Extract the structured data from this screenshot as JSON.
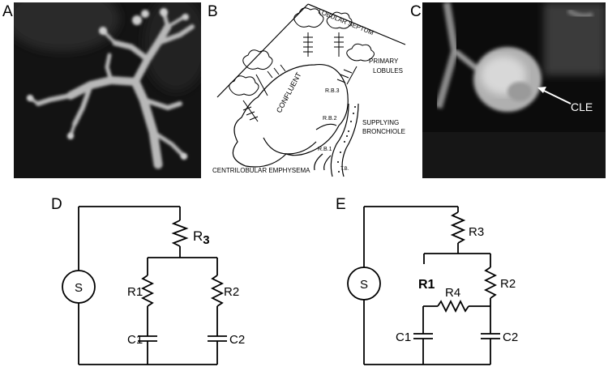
{
  "panels": {
    "a": {
      "letter": "A"
    },
    "b": {
      "letter": "B",
      "labels": {
        "lobular_septum": "LOBULAR SEPTUM",
        "primary_lobules_1": "PRIMARY",
        "primary_lobules_2": "LOBULES",
        "confluent": "CONFLUENT",
        "rb3": "R.B.3",
        "rb2": "R.B.2",
        "rb1": "R.B.1",
        "tb": "T.B.",
        "supplying_1": "SUPPLYING",
        "supplying_2": "BRONCHIOLE",
        "centrilobular": "CENTRILOBULAR EMPHYSEMA"
      }
    },
    "c": {
      "letter": "C",
      "arrow_label": "CLE"
    },
    "d": {
      "letter": "D",
      "source": "S",
      "r3_main": "R",
      "r3_sub": "3",
      "r1": "R1",
      "r2": "R2",
      "c1": "C1",
      "c2": "C2"
    },
    "e": {
      "letter": "E",
      "source": "S",
      "r3": "R3",
      "r1": "R1",
      "r2": "R2",
      "r4": "R4",
      "c1": "C1",
      "c2": "C2"
    }
  }
}
